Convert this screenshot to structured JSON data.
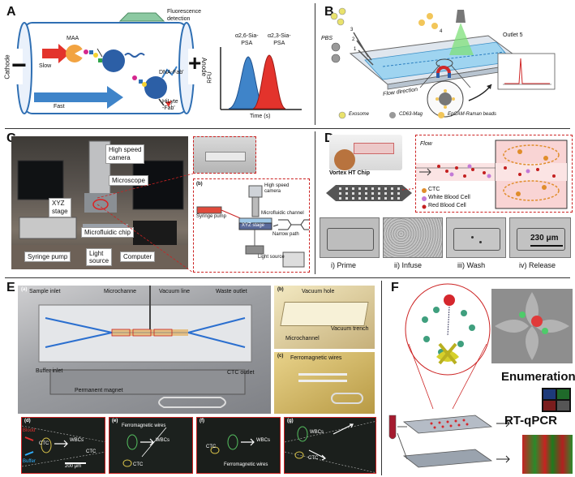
{
  "panels": {
    "A": {
      "label": "A",
      "fluorescence": "Fluorescence\ndetection",
      "cathode": "Cathode",
      "anode": "Anode",
      "minus": "−",
      "plus": "+",
      "maa": "MAA",
      "slow": "Slow",
      "fast": "Fast",
      "dna_fab": "DNA-Fab'",
      "hilyte": "HiLyte\n-Fab'",
      "peak1": "α2,6-Sia-\nPSA",
      "peak2": "α2,3-Sia-\nPSA",
      "ylabel": "RFU",
      "xlabel": "Time (s)"
    },
    "B": {
      "label": "B",
      "pbs": "PBS",
      "n1": "1",
      "n2": "2",
      "n3": "3",
      "n4": "4",
      "outlet": "Outlet 5",
      "flow": "Flow direction",
      "legend1": "Exosome",
      "legend2": "CD63-Mag",
      "legend3": "EpCAM-Raman beads"
    },
    "C": {
      "label": "C",
      "high_speed": "High speed\ncamera",
      "microscope": "Microscope",
      "xyz": "XYZ\nstage",
      "chip": "Microfluidic chip",
      "pump": "Syringe pump",
      "light": "Light\nsource",
      "computer": "Computer",
      "b_label": "(b)",
      "b_camera": "High speed\ncamera",
      "b_pump": "Syringe pump",
      "b_channel": "Microfluidic channel",
      "b_xyz": "XYZ stage",
      "b_narrow": "Narrow path",
      "b_light": "Light source"
    },
    "D": {
      "label": "D",
      "chip_name": "Vortex HT Chip",
      "flow": "Flow",
      "ctc": "CTC",
      "wbc": "White Blood Cell",
      "rbc": "Red Blood Cell",
      "scale": "230 μm",
      "steps": [
        "i) Prime",
        "ii) Infuse",
        "iii) Wash",
        "iv) Release"
      ]
    },
    "E": {
      "label": "E",
      "a": "(a)",
      "sample_inlet": "Sample inlet",
      "microchannel": "Microchanne",
      "vacuum_line": "Vacuum line",
      "waste_outlet": "Waste outlet",
      "buffer_inlet": "Buffer inlet",
      "ctc_outlet": "CTC outlet",
      "magnet": "Permanent magnet",
      "b": "(b)",
      "vacuum_hole": "Vacuum hole",
      "vacuum_trench": "Vacuum trench",
      "microchannel_b": "Microchannel",
      "c": "(c)",
      "ferro_c": "Ferromagnetic wires",
      "d": "(d)",
      "e": "(e)",
      "f": "(f)",
      "g": "(g)",
      "ctc": "CTC",
      "wbcs": "WBCs",
      "blood": "Blood",
      "buffer": "Buffer",
      "ferro": "Ferromagnetic wires",
      "scale": "200 μm"
    },
    "F": {
      "label": "F",
      "enumeration": "Enumeration",
      "rtqpcr": "RT-qPCR"
    }
  },
  "colors": {
    "blue": "#2f6fb3",
    "red": "#d8322c",
    "dark_photo": "#2a2a2a",
    "dred": "#cc2222"
  }
}
